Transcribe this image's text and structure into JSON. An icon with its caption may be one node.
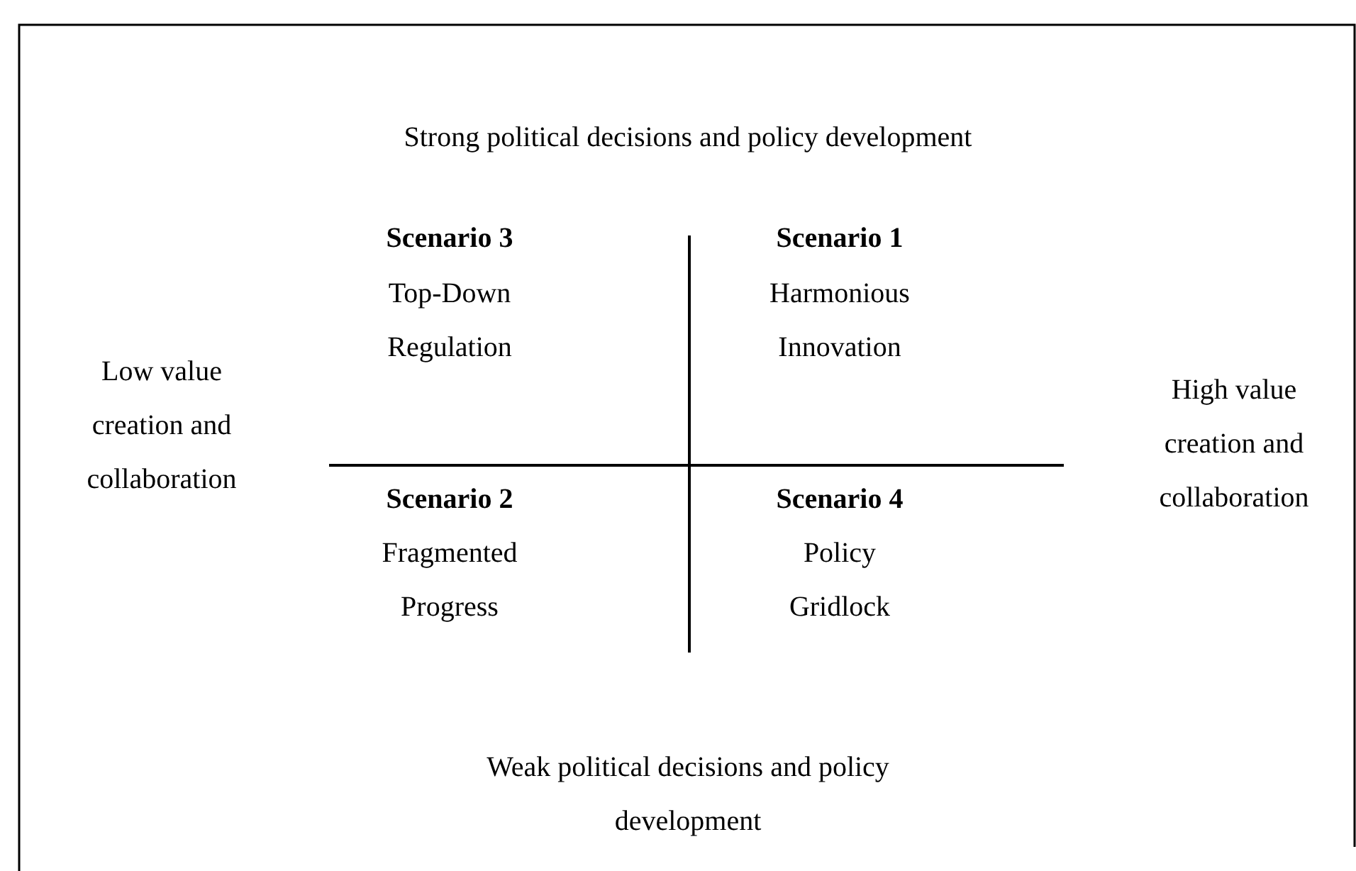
{
  "diagram": {
    "labels": [
      "Strong political decisions and policy development",
      "Scenario 3",
      "Top-Down Regulation",
      "Scenario 1",
      "Harmonious Innovation",
      "Low value creation and collaboration",
      "High value creation and collaboration",
      "Scenario 2",
      "Fragmented Progress",
      "Scenario 4",
      "Policy Gridlock",
      "Weak political decisions and policy development"
    ]
  }
}
